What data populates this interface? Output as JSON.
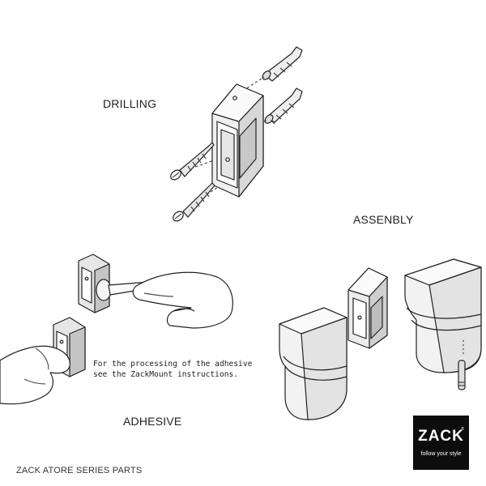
{
  "labels": {
    "drilling": "DRILLING",
    "assembly": "ASSENBLY",
    "adhesive": "ADHESIVE",
    "footer": "ZACK ATORE SERIES PARTS"
  },
  "adhesive_note": {
    "line1": "For the processing of the adhesive",
    "line2": "see the ZackMount instructions."
  },
  "logo": {
    "wordmark": "ZACK",
    "registered": "®",
    "tagline": "follow your style",
    "background": "#0d0d0d",
    "foreground": "#ffffff"
  },
  "illustrations": {
    "drilling": "mounting-bracket-with-screws-and-wall-plugs",
    "adhesive": "hands-applying-adhesive-to-bracket",
    "assembly": "hook-bodies-attached-to-bracket-with-pin"
  }
}
